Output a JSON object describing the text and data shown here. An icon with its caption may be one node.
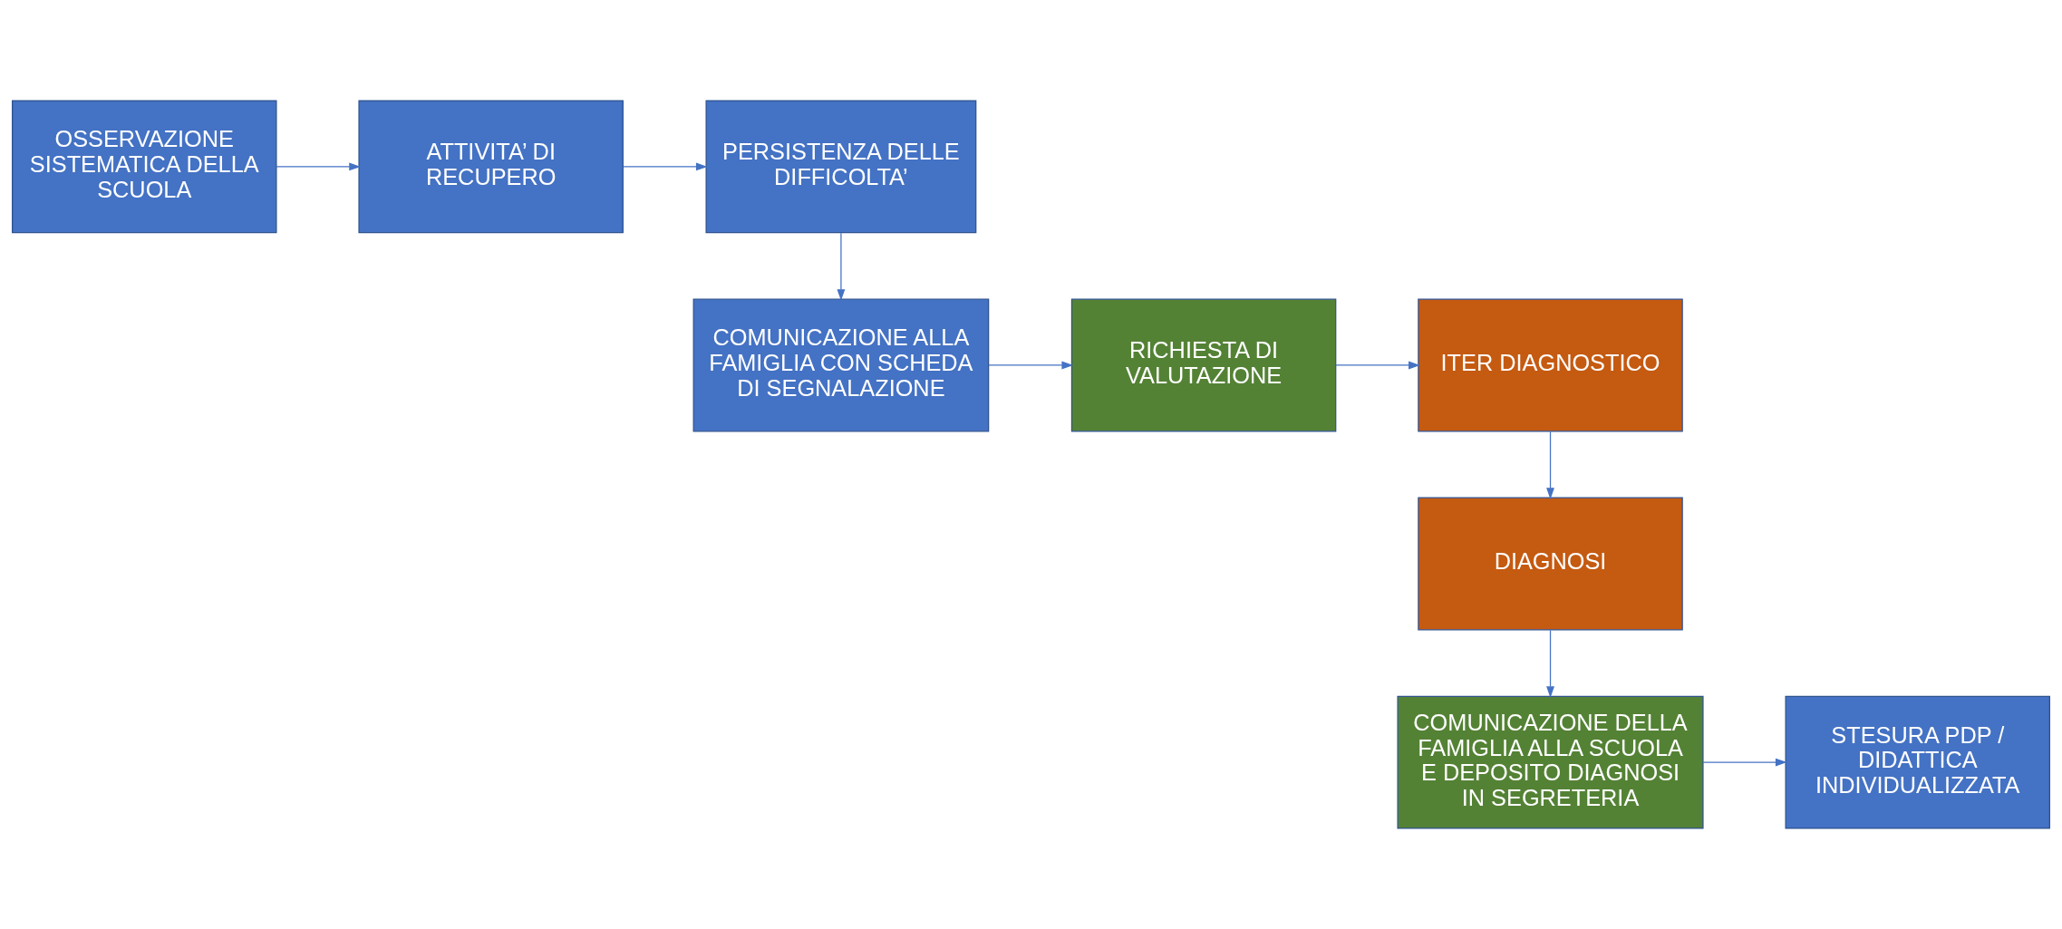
{
  "diagram": {
    "nodes": [
      {
        "text": [
          "OSSERVAZIONE SISTEMATICA DELLA SCUOLA"
        ]
      },
      {
        "text": [
          "ATTIVITA’ DI RECUPERO"
        ]
      },
      {
        "text": [
          "PERSISTENZA DELLE DIFFICOLTA’"
        ]
      },
      {
        "text": [
          "COMUNICAZIONE ALLA FAMIGLIA CON SCHEDA DI SEGNALAZIONE"
        ]
      },
      {
        "text": [
          "RICHIESTA DI VALUTAZIONE"
        ]
      },
      {
        "text": [
          "ITER DIAGNOSTICO"
        ]
      },
      {
        "text": [
          "DIAGNOSI"
        ]
      },
      {
        "text": [
          "COMUNICAZIONE DELLA FAMIGLIA ALLA SCUOLA E DEPOSITO DIAGNOSI IN SEGRETERIA"
        ]
      },
      {
        "text": [
          "STESURA PDP / DIDATTICA INDIVIDUALIZZATA"
        ]
      }
    ],
    "edges": [
      {
        "from": 0,
        "to": 1,
        "arrow": "to"
      },
      {
        "from": 1,
        "to": 2,
        "arrow": "to"
      },
      {
        "from": 2,
        "to": 3,
        "arrow": "to"
      },
      {
        "from": 3,
        "to": 4,
        "arrow": "to"
      },
      {
        "from": 4,
        "to": 5,
        "arrow": "to"
      },
      {
        "from": 5,
        "to": 6,
        "arrow": "to"
      },
      {
        "from": 6,
        "to": 7,
        "arrow": "to"
      },
      {
        "from": 7,
        "to": 8,
        "arrow": "to"
      }
    ]
  }
}
